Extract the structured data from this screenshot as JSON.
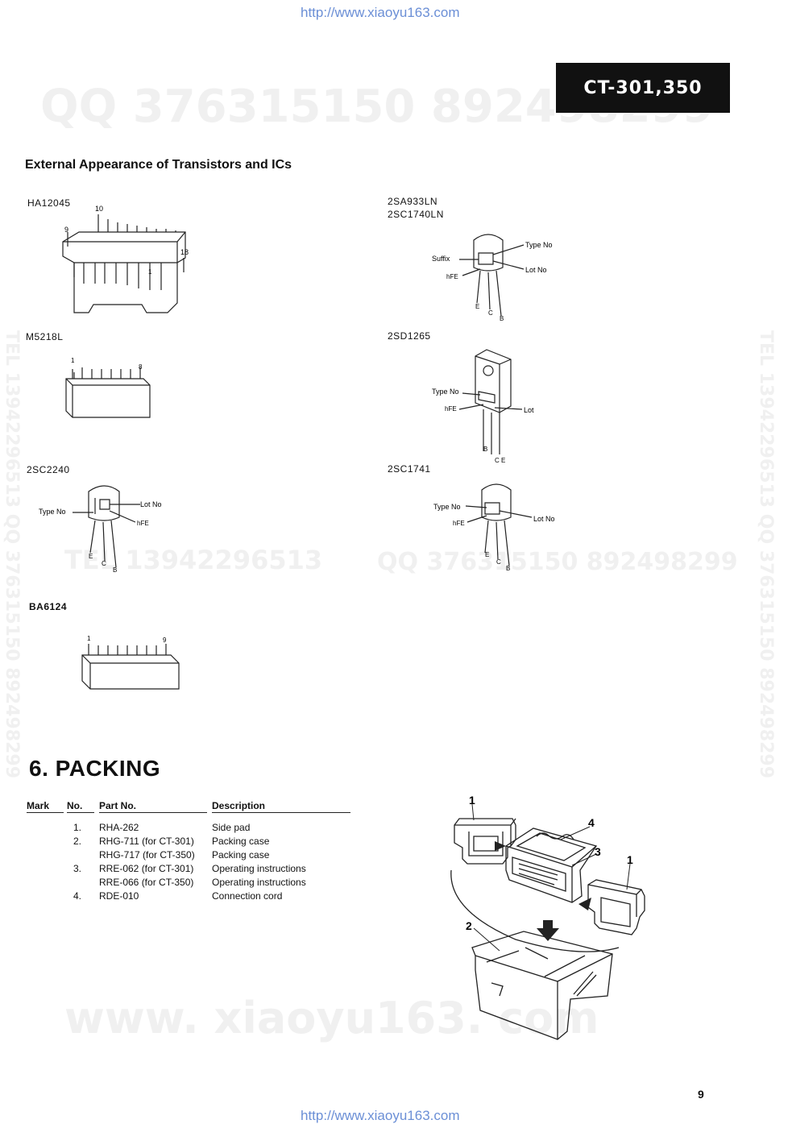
{
  "header": {
    "url_top": "http://www.xiaoyu163.com",
    "url_bottom": "http://www.xiaoyu163.com",
    "model_badge": "CT-301,350"
  },
  "watermarks": {
    "qq_top": "QQ 376315150   892498299",
    "tel_mid": "TEL 13942296513",
    "qq_mid": "QQ 376315150 892498299",
    "vertical_left": "TEL 13942296513 QQ 376315150 892498299",
    "vertical_right": "TEL 13942296513 QQ 376315150 892498299",
    "www_bottom": "www. xiaoyu163. com"
  },
  "appearance": {
    "title": "External Appearance of Transistors and ICs",
    "components": {
      "ha12045": {
        "name": "HA12045",
        "pin_a": "9",
        "pin_b": "10",
        "pin_c": "18",
        "pin_d": "1"
      },
      "m5218l": {
        "name": "M5218L",
        "pin_a": "1",
        "pin_b": "8"
      },
      "sc2240": {
        "name": "2SC2240",
        "type_no": "Type No",
        "lot_no": "Lot No",
        "hfe": "hFE",
        "e": "E",
        "c": "C",
        "b": "B"
      },
      "ba6124": {
        "name": "BA6124",
        "pin_a": "1",
        "pin_b": "9"
      },
      "sa933": {
        "name_1": "2SA933LN",
        "name_2": "2SC1740LN",
        "type_no": "Type No",
        "suffix": "Suffix",
        "lot_no": "Lot No",
        "hfe": "hFE",
        "e": "E",
        "c": "C",
        "b": "B"
      },
      "sd1265": {
        "name": "2SD1265",
        "type_no": "Type No",
        "hfe": "hFE",
        "lot": "Lot",
        "b": "B",
        "ce": "C E"
      },
      "sc1741": {
        "name": "2SC1741",
        "type_no": "Type No",
        "lot_no": "Lot No",
        "hfe": "hFE",
        "e": "E",
        "c": "C",
        "b": "B"
      }
    }
  },
  "packing": {
    "title": "6. PACKING",
    "columns": {
      "mark": "Mark",
      "no": "No.",
      "part": "Part No.",
      "desc": "Description"
    },
    "rows": [
      {
        "no": "1.",
        "part": "RHA-262",
        "desc": "Side pad"
      },
      {
        "no": "2.",
        "part": "RHG-711 (for CT-301)",
        "desc": "Packing case"
      },
      {
        "no": "",
        "part": "RHG-717 (for CT-350)",
        "desc": "Packing case"
      },
      {
        "no": "3.",
        "part": "RRE-062 (for CT-301)",
        "desc": "Operating instructions"
      },
      {
        "no": "",
        "part": "RRE-066 (for CT-350)",
        "desc": "Operating instructions"
      },
      {
        "no": "4.",
        "part": "RDE-010",
        "desc": "Connection cord"
      }
    ],
    "diagram_labels": {
      "side_pad_left": "1",
      "side_pad_right": "1",
      "case": "2",
      "manual": "3",
      "cord": "4"
    }
  },
  "footer": {
    "page_number": "9"
  }
}
